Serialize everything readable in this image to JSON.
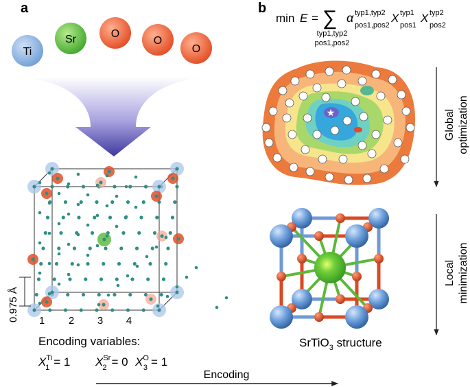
{
  "panel_a": {
    "label": "a",
    "atoms": [
      {
        "symbol": "Ti",
        "color": "#8fb4dd"
      },
      {
        "symbol": "Sr",
        "color": "#6cc04a"
      },
      {
        "symbol": "O",
        "color": "#f07048"
      },
      {
        "symbol": "O",
        "color": "#f07048"
      },
      {
        "symbol": "O",
        "color": "#f07048"
      }
    ],
    "scale": "0.975 Å",
    "axis_ticks": [
      "1",
      "2",
      "3",
      "4"
    ],
    "encoding_title": "Encoding variables:",
    "encoding_eq": [
      {
        "var": "X",
        "sup": "Ti",
        "sub": "1",
        "val": "= 1"
      },
      {
        "var": "X",
        "sup": "Sr",
        "sub": "2",
        "val": "= 0"
      },
      {
        "var": "X",
        "sup": "O",
        "sub": "3",
        "val": "= 1"
      }
    ],
    "arrow_label": "Encoding"
  },
  "panel_b": {
    "label": "b",
    "formula": {
      "min": "min",
      "E": "E",
      "eq": "=",
      "sum": "∑",
      "sum_sub1": "typ1,typ2",
      "sum_sub2": "pos1,pos2",
      "alpha": "α",
      "alpha_sup": "typ1,typ2",
      "alpha_sub": "pos1,pos2",
      "X": "X",
      "x1_sup": "typ1",
      "x1_sub": "pos1",
      "x2_sup": "typ2",
      "x2_sub": "pos2"
    },
    "global_label": [
      "Global",
      "optimization"
    ],
    "local_label": [
      "Local",
      "minimization"
    ],
    "structure_prefix": "SrTiO",
    "structure_subscript": "3",
    "structure_suffix": " structure"
  },
  "colors": {
    "ti": "#5c8fcc",
    "ti_light": "#a9c5e8",
    "sr": "#55b83a",
    "o": "#e0502a",
    "o_light": "#f4a48c",
    "teal_dot": "#2f8f87",
    "arrow_top": "#ffffff",
    "arrow_bottom": "#4a46a8"
  }
}
